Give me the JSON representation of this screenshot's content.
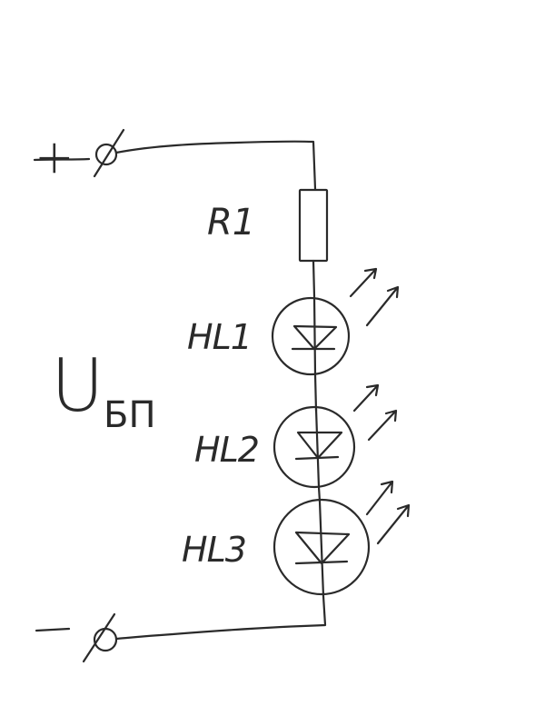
{
  "terminals": {
    "positive": "+",
    "negative": "−"
  },
  "supply": {
    "symbol": "U",
    "subscript": "БП"
  },
  "resistor": {
    "label": "R1"
  },
  "leds": [
    {
      "label": "HL1"
    },
    {
      "label": "HL2"
    },
    {
      "label": "HL3"
    }
  ],
  "colors": {
    "ink": "#2a2a2a",
    "background": "#ffffff"
  }
}
